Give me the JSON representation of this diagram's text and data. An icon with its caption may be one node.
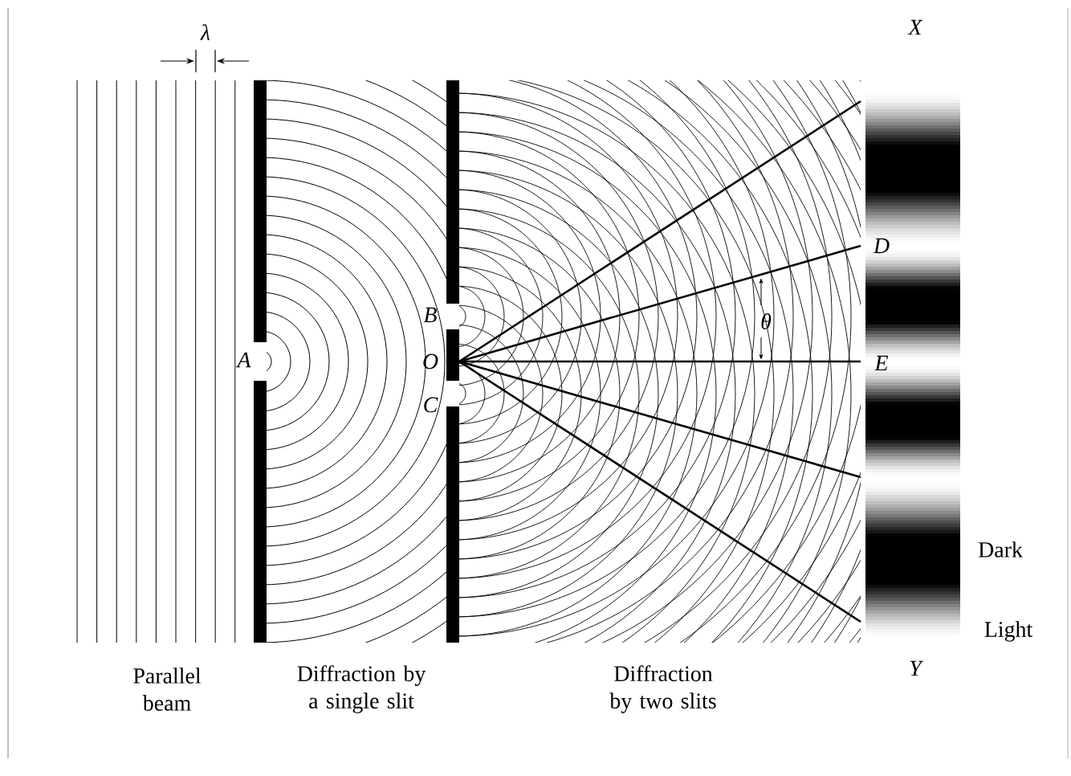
{
  "diagram": {
    "labels": [
      "λ",
      "X",
      "B",
      "A",
      "O",
      "D",
      "θ",
      "E",
      "C",
      "Dark",
      "Light",
      "Parallel beam",
      "Diffraction by a single slit",
      "Y",
      "Diffraction by two slits"
    ]
  }
}
